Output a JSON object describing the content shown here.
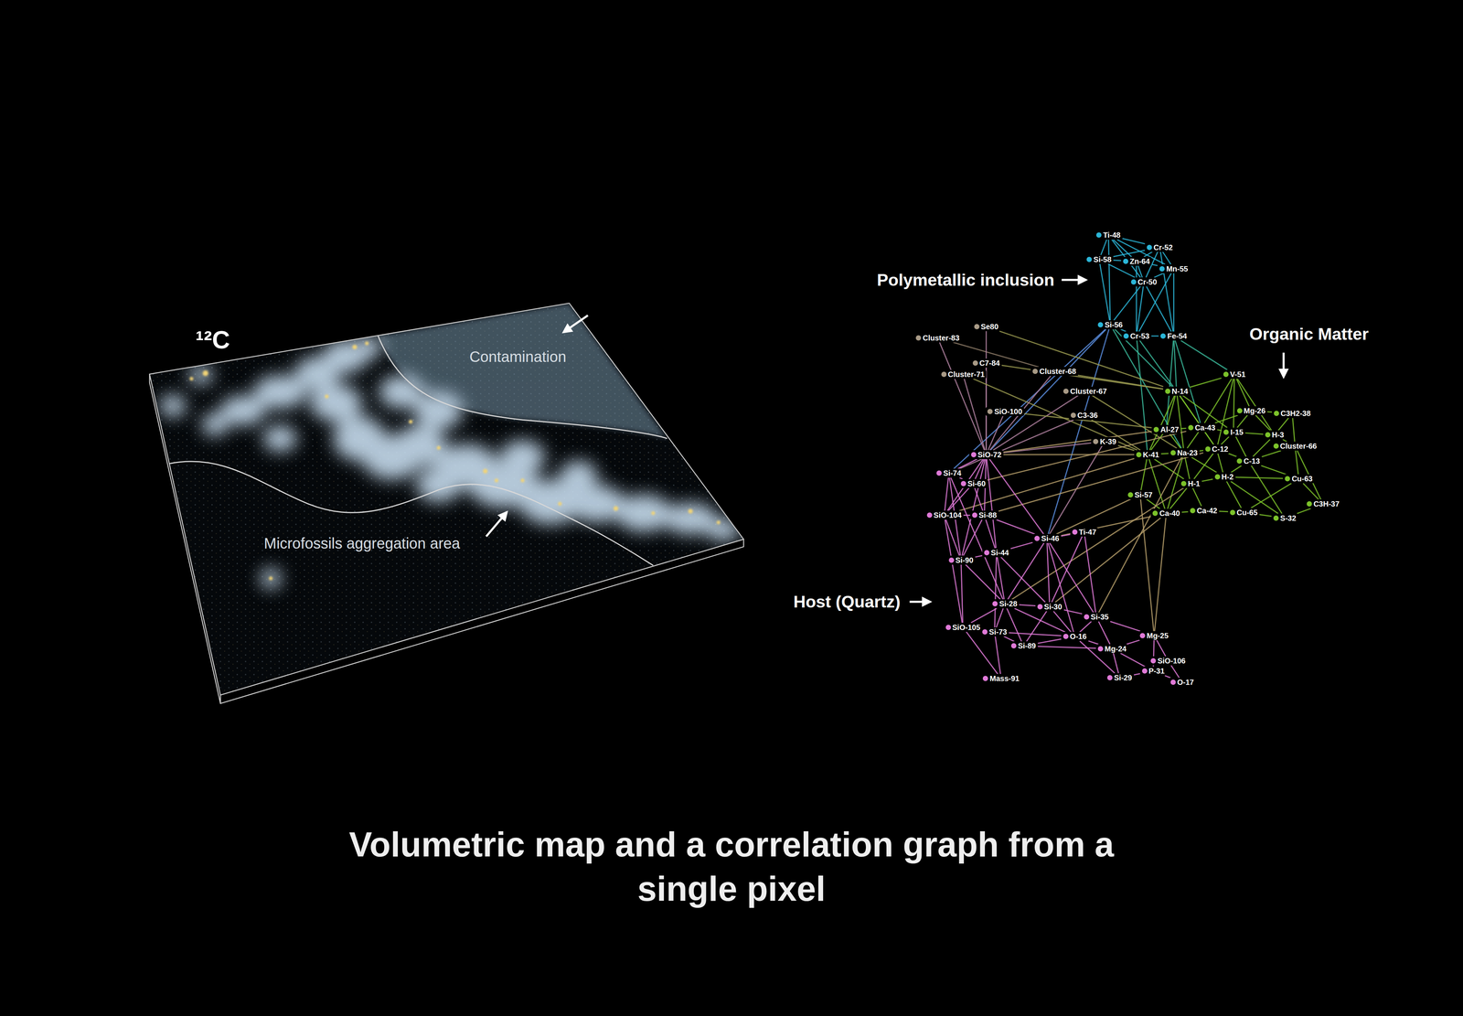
{
  "diagram": {
    "caption": "Volumetric map and a correlation graph from a single pixel",
    "nodes": [
      {
        "text": [
          "Ti-48"
        ]
      },
      {
        "text": [
          "Cr-52"
        ]
      },
      {
        "text": [
          "Si-58"
        ]
      },
      {
        "text": [
          "Zn-64"
        ]
      },
      {
        "text": [
          "Mn-55"
        ]
      },
      {
        "text": [
          "Cr-50"
        ]
      },
      {
        "text": [
          "Si-56"
        ]
      },
      {
        "text": [
          "Cr-53"
        ]
      },
      {
        "text": [
          "Fe-54"
        ]
      },
      {
        "text": [
          "Cluster-83"
        ]
      },
      {
        "text": [
          "Se80"
        ]
      },
      {
        "text": [
          "C7-84"
        ]
      },
      {
        "text": [
          "Cluster-71"
        ]
      },
      {
        "text": [
          "Cluster-68"
        ]
      },
      {
        "text": [
          "Cluster-67"
        ]
      },
      {
        "text": [
          "SiO-100"
        ]
      },
      {
        "text": [
          "C3-36"
        ]
      },
      {
        "text": [
          "K-39"
        ]
      },
      {
        "text": [
          "N-14"
        ]
      },
      {
        "text": [
          "V-51"
        ]
      },
      {
        "text": [
          "Mg-26"
        ]
      },
      {
        "text": [
          "C3H2-38"
        ]
      },
      {
        "text": [
          "Ca-43"
        ]
      },
      {
        "text": [
          "Al-27"
        ]
      },
      {
        "text": [
          "I-15"
        ]
      },
      {
        "text": [
          "H-3"
        ]
      },
      {
        "text": [
          "K-41"
        ]
      },
      {
        "text": [
          "Na-23"
        ]
      },
      {
        "text": [
          "C-12"
        ]
      },
      {
        "text": [
          "C-13"
        ]
      },
      {
        "text": [
          "Cluster-66"
        ]
      },
      {
        "text": [
          "H-1"
        ]
      },
      {
        "text": [
          "H-2"
        ]
      },
      {
        "text": [
          "Cu-63"
        ]
      },
      {
        "text": [
          "Si-57"
        ]
      },
      {
        "text": [
          "Ca-40"
        ]
      },
      {
        "text": [
          "Ca-42"
        ]
      },
      {
        "text": [
          "Cu-65"
        ]
      },
      {
        "text": [
          "S-32"
        ]
      },
      {
        "text": [
          "C3H-37"
        ]
      },
      {
        "text": [
          "SiO-72"
        ]
      },
      {
        "text": [
          "Si-74"
        ]
      },
      {
        "text": [
          "Si-60"
        ]
      },
      {
        "text": [
          "SiO-104"
        ]
      },
      {
        "text": [
          "Si-88"
        ]
      },
      {
        "text": [
          "Si-46"
        ]
      },
      {
        "text": [
          "Ti-47"
        ]
      },
      {
        "text": [
          "Si-90"
        ]
      },
      {
        "text": [
          "Si-44"
        ]
      },
      {
        "text": [
          "Si-28"
        ]
      },
      {
        "text": [
          "Si-30"
        ]
      },
      {
        "text": [
          "Si-35"
        ]
      },
      {
        "text": [
          "SiO-105"
        ]
      },
      {
        "text": [
          "Si-73"
        ]
      },
      {
        "text": [
          "Si-89"
        ]
      },
      {
        "text": [
          "O-16"
        ]
      },
      {
        "text": [
          "Mg-24"
        ]
      },
      {
        "text": [
          "Mg-25"
        ]
      },
      {
        "text": [
          "SiO-106"
        ]
      },
      {
        "text": [
          "Mass-91"
        ]
      },
      {
        "text": [
          "Si-29"
        ]
      },
      {
        "text": [
          "P-31"
        ]
      },
      {
        "text": [
          "O-17"
        ]
      }
    ],
    "edges": [
      {
        "from": 0,
        "to": 1,
        "arrow": "none"
      },
      {
        "from": 0,
        "to": 2,
        "arrow": "none"
      },
      {
        "from": 0,
        "to": 3,
        "arrow": "none"
      },
      {
        "from": 0,
        "to": 4,
        "arrow": "none"
      },
      {
        "from": 0,
        "to": 5,
        "arrow": "none"
      },
      {
        "from": 0,
        "to": 6,
        "arrow": "none"
      },
      {
        "from": 1,
        "to": 2,
        "arrow": "none"
      },
      {
        "from": 1,
        "to": 3,
        "arrow": "none"
      },
      {
        "from": 1,
        "to": 4,
        "arrow": "none"
      },
      {
        "from": 1,
        "to": 5,
        "arrow": "none"
      },
      {
        "from": 1,
        "to": 8,
        "arrow": "none"
      },
      {
        "from": 2,
        "to": 3,
        "arrow": "none"
      },
      {
        "from": 2,
        "to": 5,
        "arrow": "none"
      },
      {
        "from": 2,
        "to": 6,
        "arrow": "none"
      },
      {
        "from": 3,
        "to": 4,
        "arrow": "none"
      },
      {
        "from": 3,
        "to": 5,
        "arrow": "none"
      },
      {
        "from": 3,
        "to": 7,
        "arrow": "none"
      },
      {
        "from": 4,
        "to": 5,
        "arrow": "none"
      },
      {
        "from": 4,
        "to": 7,
        "arrow": "none"
      },
      {
        "from": 4,
        "to": 8,
        "arrow": "none"
      },
      {
        "from": 5,
        "to": 6,
        "arrow": "none"
      },
      {
        "from": 5,
        "to": 7,
        "arrow": "none"
      },
      {
        "from": 5,
        "to": 8,
        "arrow": "none"
      },
      {
        "from": 6,
        "to": 7,
        "arrow": "none"
      },
      {
        "from": 7,
        "to": 8,
        "arrow": "none"
      },
      {
        "from": 6,
        "to": 18,
        "arrow": "none"
      },
      {
        "from": 7,
        "to": 18,
        "arrow": "none"
      },
      {
        "from": 8,
        "to": 18,
        "arrow": "none"
      },
      {
        "from": 8,
        "to": 23,
        "arrow": "none"
      },
      {
        "from": 7,
        "to": 26,
        "arrow": "none"
      },
      {
        "from": 8,
        "to": 22,
        "arrow": "none"
      },
      {
        "from": 6,
        "to": 27,
        "arrow": "none"
      },
      {
        "from": 8,
        "to": 19,
        "arrow": "none"
      },
      {
        "from": 6,
        "to": 40,
        "arrow": "none"
      },
      {
        "from": 6,
        "to": 45,
        "arrow": "none"
      },
      {
        "from": 6,
        "to": 41,
        "arrow": "none"
      },
      {
        "from": 9,
        "to": 40,
        "arrow": "none"
      },
      {
        "from": 9,
        "to": 13,
        "arrow": "none"
      },
      {
        "from": 10,
        "to": 40,
        "arrow": "none"
      },
      {
        "from": 10,
        "to": 18,
        "arrow": "none"
      },
      {
        "from": 11,
        "to": 40,
        "arrow": "none"
      },
      {
        "from": 11,
        "to": 18,
        "arrow": "none"
      },
      {
        "from": 12,
        "to": 40,
        "arrow": "none"
      },
      {
        "from": 12,
        "to": 26,
        "arrow": "none"
      },
      {
        "from": 13,
        "to": 40,
        "arrow": "none"
      },
      {
        "from": 13,
        "to": 18,
        "arrow": "none"
      },
      {
        "from": 14,
        "to": 40,
        "arrow": "none"
      },
      {
        "from": 14,
        "to": 27,
        "arrow": "none"
      },
      {
        "from": 15,
        "to": 40,
        "arrow": "none"
      },
      {
        "from": 15,
        "to": 23,
        "arrow": "none"
      },
      {
        "from": 16,
        "to": 26,
        "arrow": "none"
      },
      {
        "from": 16,
        "to": 41,
        "arrow": "none"
      },
      {
        "from": 17,
        "to": 40,
        "arrow": "none"
      },
      {
        "from": 17,
        "to": 26,
        "arrow": "none"
      },
      {
        "from": 17,
        "to": 45,
        "arrow": "none"
      },
      {
        "from": 18,
        "to": 19,
        "arrow": "none"
      },
      {
        "from": 18,
        "to": 22,
        "arrow": "none"
      },
      {
        "from": 18,
        "to": 23,
        "arrow": "none"
      },
      {
        "from": 18,
        "to": 24,
        "arrow": "none"
      },
      {
        "from": 18,
        "to": 26,
        "arrow": "none"
      },
      {
        "from": 18,
        "to": 27,
        "arrow": "none"
      },
      {
        "from": 18,
        "to": 28,
        "arrow": "none"
      },
      {
        "from": 19,
        "to": 20,
        "arrow": "none"
      },
      {
        "from": 19,
        "to": 22,
        "arrow": "none"
      },
      {
        "from": 19,
        "to": 24,
        "arrow": "none"
      },
      {
        "from": 19,
        "to": 25,
        "arrow": "none"
      },
      {
        "from": 19,
        "to": 28,
        "arrow": "none"
      },
      {
        "from": 20,
        "to": 21,
        "arrow": "none"
      },
      {
        "from": 20,
        "to": 22,
        "arrow": "none"
      },
      {
        "from": 20,
        "to": 24,
        "arrow": "none"
      },
      {
        "from": 20,
        "to": 25,
        "arrow": "none"
      },
      {
        "from": 21,
        "to": 25,
        "arrow": "none"
      },
      {
        "from": 21,
        "to": 30,
        "arrow": "none"
      },
      {
        "from": 22,
        "to": 23,
        "arrow": "none"
      },
      {
        "from": 22,
        "to": 24,
        "arrow": "none"
      },
      {
        "from": 22,
        "to": 27,
        "arrow": "none"
      },
      {
        "from": 22,
        "to": 28,
        "arrow": "none"
      },
      {
        "from": 23,
        "to": 26,
        "arrow": "none"
      },
      {
        "from": 23,
        "to": 27,
        "arrow": "none"
      },
      {
        "from": 24,
        "to": 25,
        "arrow": "none"
      },
      {
        "from": 24,
        "to": 28,
        "arrow": "none"
      },
      {
        "from": 24,
        "to": 29,
        "arrow": "none"
      },
      {
        "from": 25,
        "to": 29,
        "arrow": "none"
      },
      {
        "from": 25,
        "to": 30,
        "arrow": "none"
      },
      {
        "from": 26,
        "to": 27,
        "arrow": "none"
      },
      {
        "from": 26,
        "to": 31,
        "arrow": "none"
      },
      {
        "from": 26,
        "to": 34,
        "arrow": "none"
      },
      {
        "from": 26,
        "to": 35,
        "arrow": "none"
      },
      {
        "from": 27,
        "to": 28,
        "arrow": "none"
      },
      {
        "from": 27,
        "to": 31,
        "arrow": "none"
      },
      {
        "from": 27,
        "to": 32,
        "arrow": "none"
      },
      {
        "from": 27,
        "to": 35,
        "arrow": "none"
      },
      {
        "from": 28,
        "to": 29,
        "arrow": "none"
      },
      {
        "from": 28,
        "to": 31,
        "arrow": "none"
      },
      {
        "from": 28,
        "to": 32,
        "arrow": "none"
      },
      {
        "from": 29,
        "to": 30,
        "arrow": "none"
      },
      {
        "from": 29,
        "to": 32,
        "arrow": "none"
      },
      {
        "from": 29,
        "to": 33,
        "arrow": "none"
      },
      {
        "from": 29,
        "to": 38,
        "arrow": "none"
      },
      {
        "from": 30,
        "to": 33,
        "arrow": "none"
      },
      {
        "from": 30,
        "to": 39,
        "arrow": "none"
      },
      {
        "from": 31,
        "to": 32,
        "arrow": "none"
      },
      {
        "from": 31,
        "to": 35,
        "arrow": "none"
      },
      {
        "from": 31,
        "to": 36,
        "arrow": "none"
      },
      {
        "from": 32,
        "to": 33,
        "arrow": "none"
      },
      {
        "from": 32,
        "to": 37,
        "arrow": "none"
      },
      {
        "from": 32,
        "to": 38,
        "arrow": "none"
      },
      {
        "from": 33,
        "to": 37,
        "arrow": "none"
      },
      {
        "from": 33,
        "to": 39,
        "arrow": "none"
      },
      {
        "from": 34,
        "to": 35,
        "arrow": "none"
      },
      {
        "from": 35,
        "to": 36,
        "arrow": "none"
      },
      {
        "from": 36,
        "to": 37,
        "arrow": "none"
      },
      {
        "from": 37,
        "to": 38,
        "arrow": "none"
      },
      {
        "from": 38,
        "to": 39,
        "arrow": "none"
      },
      {
        "from": 26,
        "to": 40,
        "arrow": "none"
      },
      {
        "from": 23,
        "to": 40,
        "arrow": "none"
      },
      {
        "from": 34,
        "to": 45,
        "arrow": "none"
      },
      {
        "from": 35,
        "to": 45,
        "arrow": "none"
      },
      {
        "from": 34,
        "to": 57,
        "arrow": "none"
      },
      {
        "from": 35,
        "to": 57,
        "arrow": "none"
      },
      {
        "from": 26,
        "to": 43,
        "arrow": "none"
      },
      {
        "from": 22,
        "to": 42,
        "arrow": "none"
      },
      {
        "from": 27,
        "to": 51,
        "arrow": "none"
      },
      {
        "from": 28,
        "to": 44,
        "arrow": "none"
      },
      {
        "from": 31,
        "to": 49,
        "arrow": "none"
      },
      {
        "from": 35,
        "to": 50,
        "arrow": "none"
      },
      {
        "from": 40,
        "to": 41,
        "arrow": "none"
      },
      {
        "from": 40,
        "to": 42,
        "arrow": "none"
      },
      {
        "from": 40,
        "to": 43,
        "arrow": "none"
      },
      {
        "from": 40,
        "to": 44,
        "arrow": "none"
      },
      {
        "from": 40,
        "to": 45,
        "arrow": "none"
      },
      {
        "from": 40,
        "to": 47,
        "arrow": "none"
      },
      {
        "from": 40,
        "to": 48,
        "arrow": "none"
      },
      {
        "from": 41,
        "to": 42,
        "arrow": "none"
      },
      {
        "from": 41,
        "to": 43,
        "arrow": "none"
      },
      {
        "from": 41,
        "to": 47,
        "arrow": "none"
      },
      {
        "from": 41,
        "to": 49,
        "arrow": "none"
      },
      {
        "from": 42,
        "to": 43,
        "arrow": "none"
      },
      {
        "from": 42,
        "to": 44,
        "arrow": "none"
      },
      {
        "from": 43,
        "to": 44,
        "arrow": "none"
      },
      {
        "from": 43,
        "to": 47,
        "arrow": "none"
      },
      {
        "from": 43,
        "to": 52,
        "arrow": "none"
      },
      {
        "from": 44,
        "to": 45,
        "arrow": "none"
      },
      {
        "from": 44,
        "to": 47,
        "arrow": "none"
      },
      {
        "from": 44,
        "to": 48,
        "arrow": "none"
      },
      {
        "from": 45,
        "to": 46,
        "arrow": "none"
      },
      {
        "from": 45,
        "to": 48,
        "arrow": "none"
      },
      {
        "from": 45,
        "to": 49,
        "arrow": "none"
      },
      {
        "from": 45,
        "to": 50,
        "arrow": "none"
      },
      {
        "from": 45,
        "to": 51,
        "arrow": "none"
      },
      {
        "from": 45,
        "to": 55,
        "arrow": "none"
      },
      {
        "from": 46,
        "to": 50,
        "arrow": "none"
      },
      {
        "from": 46,
        "to": 51,
        "arrow": "none"
      },
      {
        "from": 47,
        "to": 48,
        "arrow": "none"
      },
      {
        "from": 47,
        "to": 49,
        "arrow": "none"
      },
      {
        "from": 47,
        "to": 52,
        "arrow": "none"
      },
      {
        "from": 48,
        "to": 49,
        "arrow": "none"
      },
      {
        "from": 48,
        "to": 50,
        "arrow": "none"
      },
      {
        "from": 48,
        "to": 53,
        "arrow": "none"
      },
      {
        "from": 49,
        "to": 50,
        "arrow": "none"
      },
      {
        "from": 49,
        "to": 52,
        "arrow": "none"
      },
      {
        "from": 49,
        "to": 53,
        "arrow": "none"
      },
      {
        "from": 49,
        "to": 54,
        "arrow": "none"
      },
      {
        "from": 49,
        "to": 55,
        "arrow": "none"
      },
      {
        "from": 50,
        "to": 51,
        "arrow": "none"
      },
      {
        "from": 50,
        "to": 54,
        "arrow": "none"
      },
      {
        "from": 50,
        "to": 55,
        "arrow": "none"
      },
      {
        "from": 51,
        "to": 55,
        "arrow": "none"
      },
      {
        "from": 51,
        "to": 56,
        "arrow": "none"
      },
      {
        "from": 51,
        "to": 57,
        "arrow": "none"
      },
      {
        "from": 52,
        "to": 53,
        "arrow": "none"
      },
      {
        "from": 52,
        "to": 59,
        "arrow": "none"
      },
      {
        "from": 53,
        "to": 54,
        "arrow": "none"
      },
      {
        "from": 53,
        "to": 55,
        "arrow": "none"
      },
      {
        "from": 53,
        "to": 59,
        "arrow": "none"
      },
      {
        "from": 54,
        "to": 55,
        "arrow": "none"
      },
      {
        "from": 54,
        "to": 56,
        "arrow": "none"
      },
      {
        "from": 55,
        "to": 56,
        "arrow": "none"
      },
      {
        "from": 55,
        "to": 60,
        "arrow": "none"
      },
      {
        "from": 56,
        "to": 57,
        "arrow": "none"
      },
      {
        "from": 56,
        "to": 60,
        "arrow": "none"
      },
      {
        "from": 56,
        "to": 61,
        "arrow": "none"
      },
      {
        "from": 57,
        "to": 58,
        "arrow": "none"
      },
      {
        "from": 57,
        "to": 61,
        "arrow": "none"
      },
      {
        "from": 58,
        "to": 62,
        "arrow": "none"
      },
      {
        "from": 60,
        "to": 61,
        "arrow": "none"
      },
      {
        "from": 61,
        "to": 62,
        "arrow": "none"
      }
    ],
    "labels": [
      "¹²C",
      "Contamination",
      "Microfossils aggregation area",
      "Polymetallic inclusion",
      "Organic Matter",
      "Host (Quartz)"
    ]
  }
}
